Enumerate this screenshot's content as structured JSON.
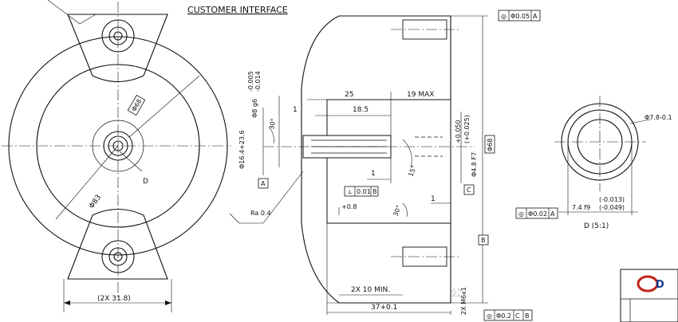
{
  "title": "CUSTOMER INTERFACE",
  "labels": {
    "view_d": "D",
    "view_d_scale": "D (5:1)",
    "datum_a": "A",
    "datum_b": "B",
    "datum_c": "C"
  },
  "dimensions": {
    "dia_68_box": "Φ68",
    "dia_83": "Φ83",
    "two_x_318": "(2X 31.8)",
    "tol_005": "-0.005",
    "tol_0014": "-0.014",
    "dia_8g6": "Φ8 g6",
    "dia_164": "Φ16.4+23.6",
    "dim_1a": "1",
    "dim_30a": "30°",
    "dim_25": "25",
    "dim_185": "18.5",
    "dim_19max": "19 MAX",
    "dim_1b": "1",
    "dim_15": "15°",
    "dim_1c": "1",
    "dim_30b": "30°",
    "ra": "Ra 0.4",
    "dim_08": "+0.8",
    "perp_value": "0.01",
    "perp_datum": "B",
    "tol_0050": "+0.050",
    "tol_0025": "(+0.025)",
    "dia_48f7": "Φ4.8 F7",
    "dia_68_vert": "Φ68",
    "two_x_10min": "2X 10 MIN.",
    "dim_37": "37+0.1",
    "thread": "2X M6x1",
    "tol_0013": "(-0.013)",
    "tol_0049": "(-0.049)",
    "dia_74f9": "7.4 f9",
    "dia_78": "Φ7.8-0.1"
  },
  "feature_frames": {
    "top_symbol": "◎",
    "top_value": "Φ0.05",
    "top_datum": "A",
    "mid_symbol": "◎",
    "mid_value": "Φ0.02",
    "mid_datum": "A",
    "bottom_symbol": "◎",
    "bottom_value": "Φ0.2",
    "bottom_datum1": "C",
    "bottom_datum2": "B"
  },
  "watermark": "公"
}
